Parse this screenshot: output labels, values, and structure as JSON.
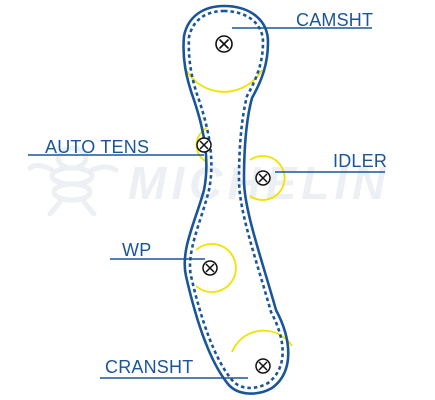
{
  "watermark": {
    "brand": "MICHELIN",
    "color": "#eceff3"
  },
  "colors": {
    "belt": "#1a5697",
    "pulley_arc": "#f2e200",
    "label_text": "#1a5697",
    "leader_line": "#1a5697"
  },
  "labels": {
    "camshaft": "CAMSHT",
    "auto_tensioner": "AUTO TENS",
    "idler": "IDLER",
    "water_pump": "WP",
    "crankshaft": "CRANSHT"
  },
  "icons": {
    "pulley_center": "circle-x-icon",
    "watermark_logo": "michelin-man-logo"
  }
}
